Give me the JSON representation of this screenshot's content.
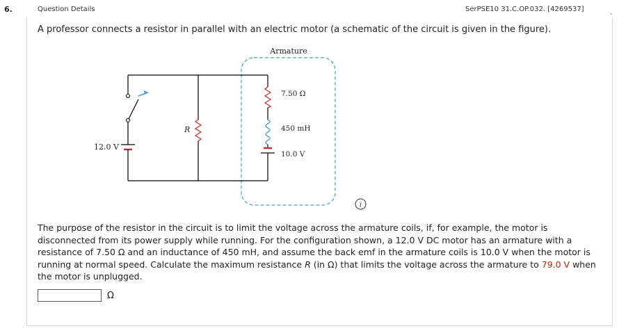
{
  "question": {
    "number": "6.",
    "details_label": "Question Details",
    "id": "SerPSE10 31.C.OP.032. [4269537]",
    "dash": "-"
  },
  "intro": "A professor connects a resistor in parallel with an electric motor (a schematic of the circuit is given in the figure).",
  "figure": {
    "armature_label": "Armature",
    "resistance_label": "7.50 Ω",
    "inductance_label": "450 mH",
    "back_emf_label": "10.0 V",
    "source_label": "12.0 V",
    "resistor_label": "R"
  },
  "problem": {
    "part1": "The purpose of the resistor in the circuit is to limit the voltage across the armature coils, if, for example, the motor is disconnected from its power supply while running. For the configuration shown, a 12.0 V DC motor has an armature with a resistance of 7.50 Ω and an inductance of 450 mH, and assume the back emf in the armature coils is 10.0 V when the motor is running at normal speed. Calculate the maximum resistance ",
    "var": "R",
    "part2": " (in Ω) that limits the voltage across the armature to ",
    "highlight": "79.0 V",
    "part3": " when the motor is unplugged."
  },
  "answer": {
    "value": "",
    "unit": "Ω"
  },
  "colors": {
    "highlight": "#cc2200",
    "armature_border": "#3ca0dc",
    "switch_accent": "#3ca0dc",
    "resistor": "#d23030"
  },
  "icons": {
    "info": "info-circle-icon"
  }
}
